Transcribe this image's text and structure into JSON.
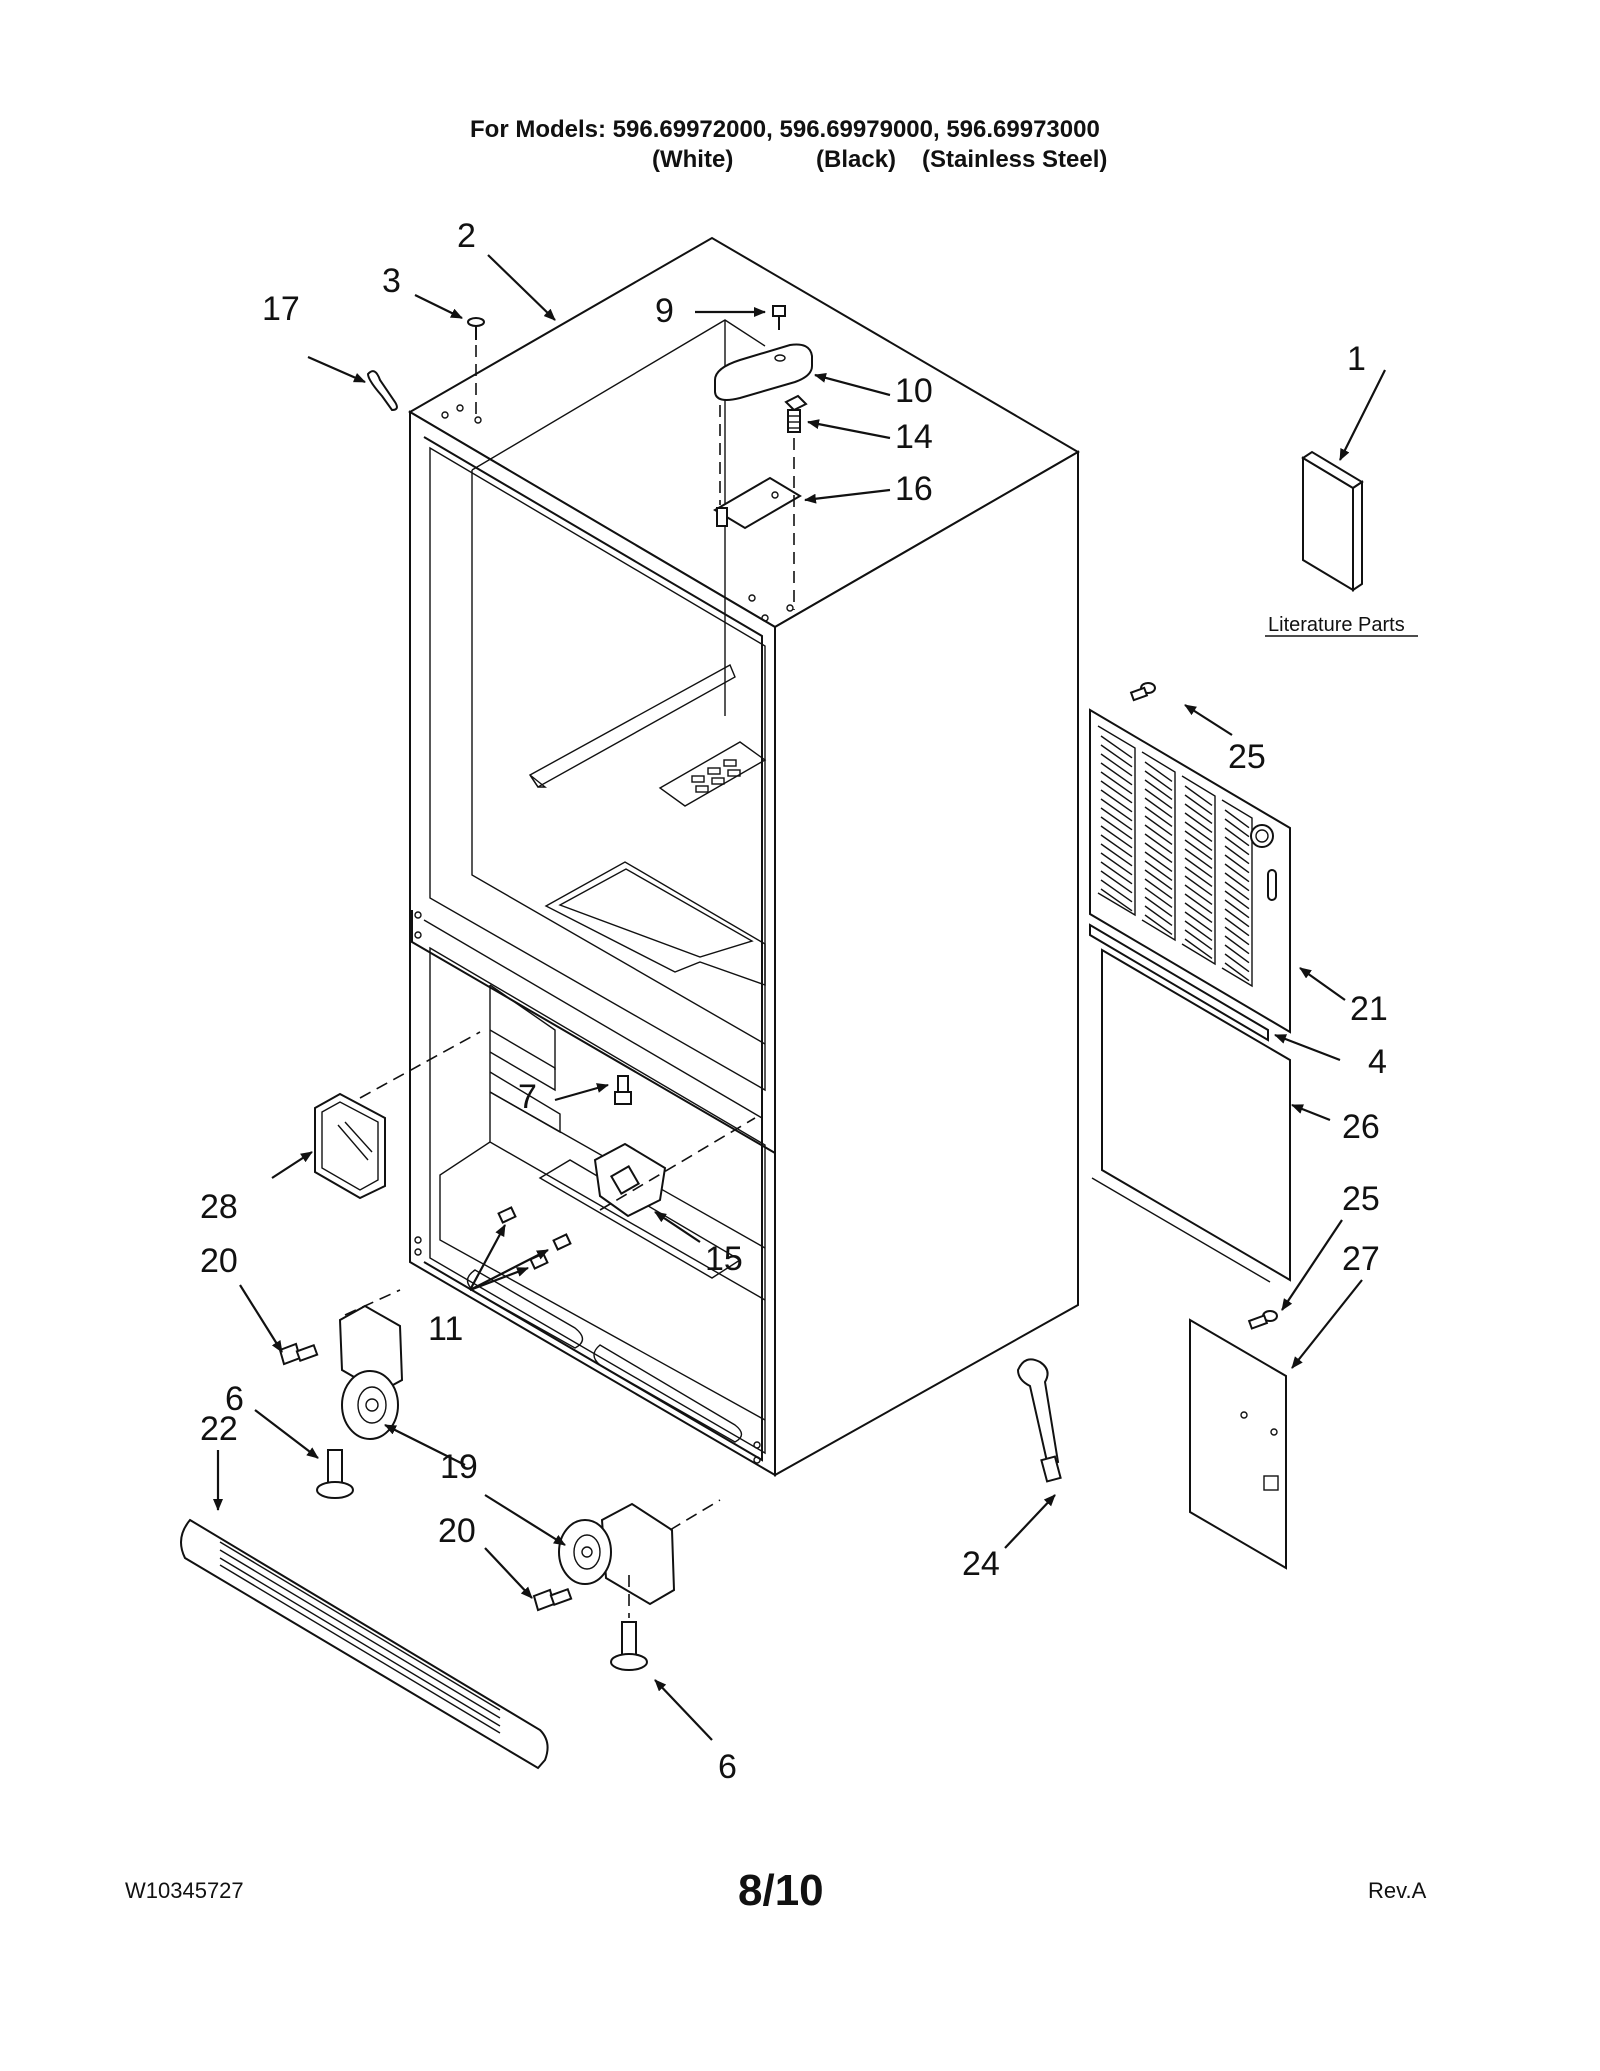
{
  "header": {
    "models_line": "For Models: 596.69972000, 596.69979000, 596.69973000",
    "colors_line": [
      "(White)",
      "(Black)",
      "(Stainless Steel)"
    ]
  },
  "literature_label": "Literature Parts",
  "callouts": {
    "c1": "1",
    "c2": "2",
    "c3": "3",
    "c4": "4",
    "c6a": "6",
    "c6b": "6",
    "c7": "7",
    "c9": "9",
    "c10": "10",
    "c11": "11",
    "c14": "14",
    "c15": "15",
    "c16": "16",
    "c17": "17",
    "c19": "19",
    "c20a": "20",
    "c20b": "20",
    "c21": "21",
    "c22": "22",
    "c24": "24",
    "c25a": "25",
    "c25b": "25",
    "c26": "26",
    "c27": "27",
    "c28": "28"
  },
  "footer": {
    "doc_number": "W10345727",
    "page": "8/10",
    "revision": "Rev.A"
  }
}
